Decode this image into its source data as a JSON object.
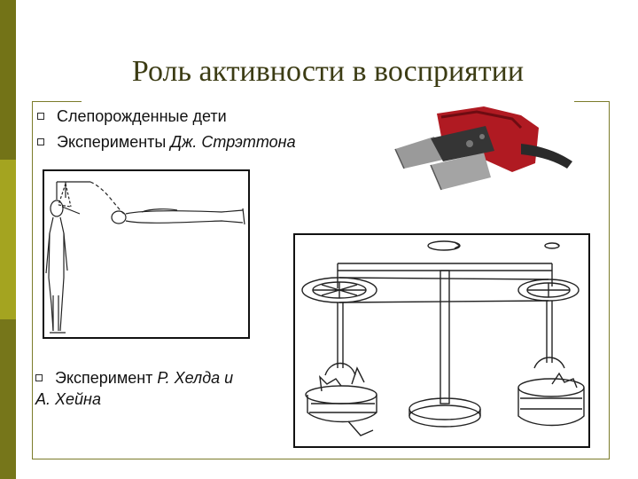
{
  "slide": {
    "title": "Роль активности в восприятии",
    "bullets": [
      {
        "text": "Слепорожденные дети"
      },
      {
        "text_plain": "Эксперименты ",
        "text_italic": "Дж. Стрэттона"
      },
      {
        "text_plain": "Эксперимент ",
        "text_italic": "Р. Хелда и",
        "text_cont": "А. Хейна"
      }
    ]
  },
  "colors": {
    "bar_dark": "#737317",
    "bar_mid": "#a4a420",
    "frame": "#7c7c2a",
    "title": "#3c3c14",
    "goggles_red": "#b01a22"
  },
  "icons": {
    "bullet": "hollow-square-bullet"
  }
}
